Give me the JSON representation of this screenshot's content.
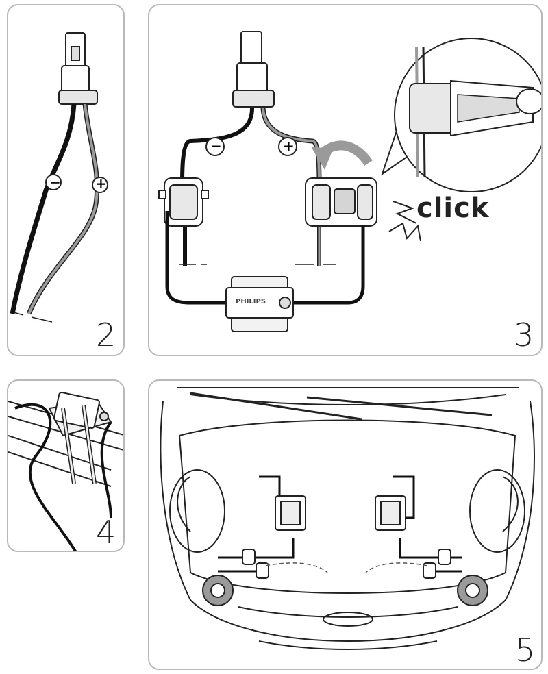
{
  "steps": {
    "step2": "2",
    "step3": "3",
    "step4": "4",
    "step5": "5"
  },
  "labels": {
    "minus": "−",
    "plus": "+",
    "click": "click",
    "brand": "PHILIPS"
  },
  "colors": {
    "border": "#b9b9b9",
    "wire_black": "#111111",
    "wire_grey": "#8a8a8a",
    "arrow": "#9a9a9a"
  }
}
